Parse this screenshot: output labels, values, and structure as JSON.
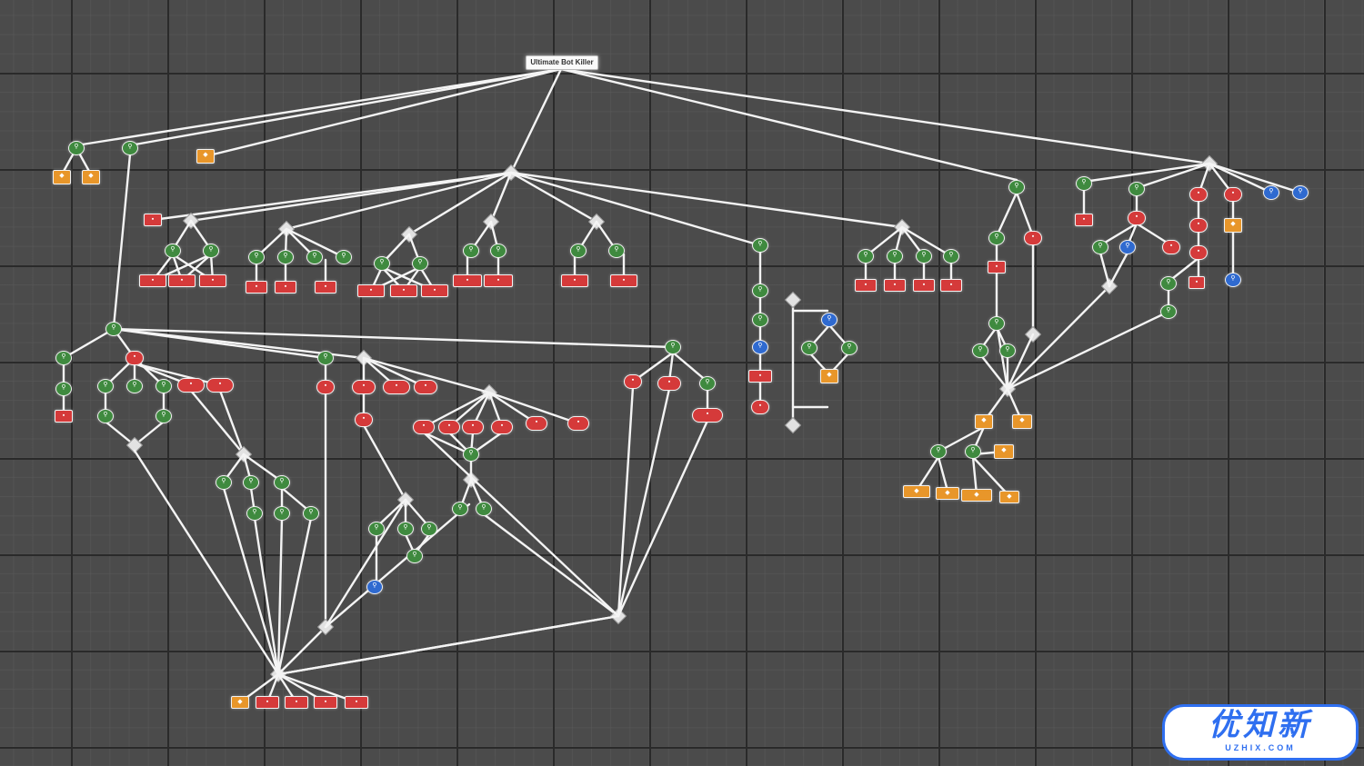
{
  "tree": {
    "root_label": "Ultimate Bot Killer"
  },
  "palette": {
    "selector": "#3f8a3f",
    "condition": "#d53a3a",
    "action": "#e8962a",
    "special": "#2f6ad0",
    "diamond": "#e2e2e2"
  },
  "watermark": {
    "main": "优知新",
    "sub": "UZHIX.COM"
  }
}
